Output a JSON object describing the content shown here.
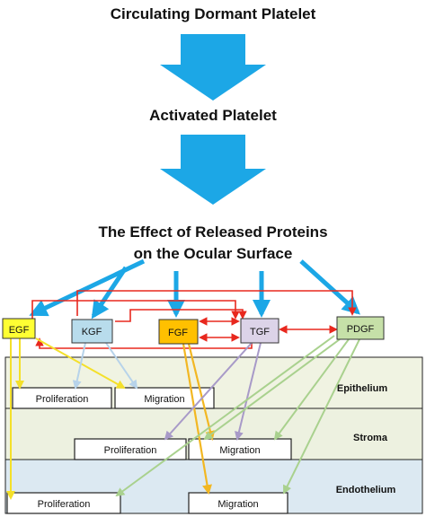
{
  "stages": {
    "top": "Circulating Dormant Platelet",
    "middle": "Activated Platelet",
    "effect_line1": "The Effect of Released Proteins",
    "effect_line2": "on the Ocular Surface"
  },
  "proteins": [
    {
      "label": "EGF",
      "fill": "#ffff33"
    },
    {
      "label": "KGF",
      "fill": "#b8dcec"
    },
    {
      "label": "FGF",
      "fill": "#ffc000"
    },
    {
      "label": "TGF",
      "fill": "#dcd3e8"
    },
    {
      "label": "PDGF",
      "fill": "#c6e0a8"
    }
  ],
  "layers": [
    {
      "name": "Epithelium",
      "fill": "#f0f3e2",
      "boxes": [
        "Proliferation",
        "Migration"
      ]
    },
    {
      "name": "Stroma",
      "fill": "#edf1e0",
      "boxes": [
        "Proliferation",
        "Migration"
      ]
    },
    {
      "name": "Endothelium",
      "fill": "#dce9f2",
      "boxes": [
        "Proliferation",
        "Migration"
      ]
    }
  ],
  "colors": {
    "big_arrow": "#1ca7e6",
    "interaction_arrow": "#e8281e",
    "egf_arrow": "#f4e02a",
    "kgf_arrow": "#b7d3ea",
    "fgf_arrow": "#f2b722",
    "tgf_arrow": "#a89ac8",
    "pdgf_arrow": "#a9d18e"
  }
}
